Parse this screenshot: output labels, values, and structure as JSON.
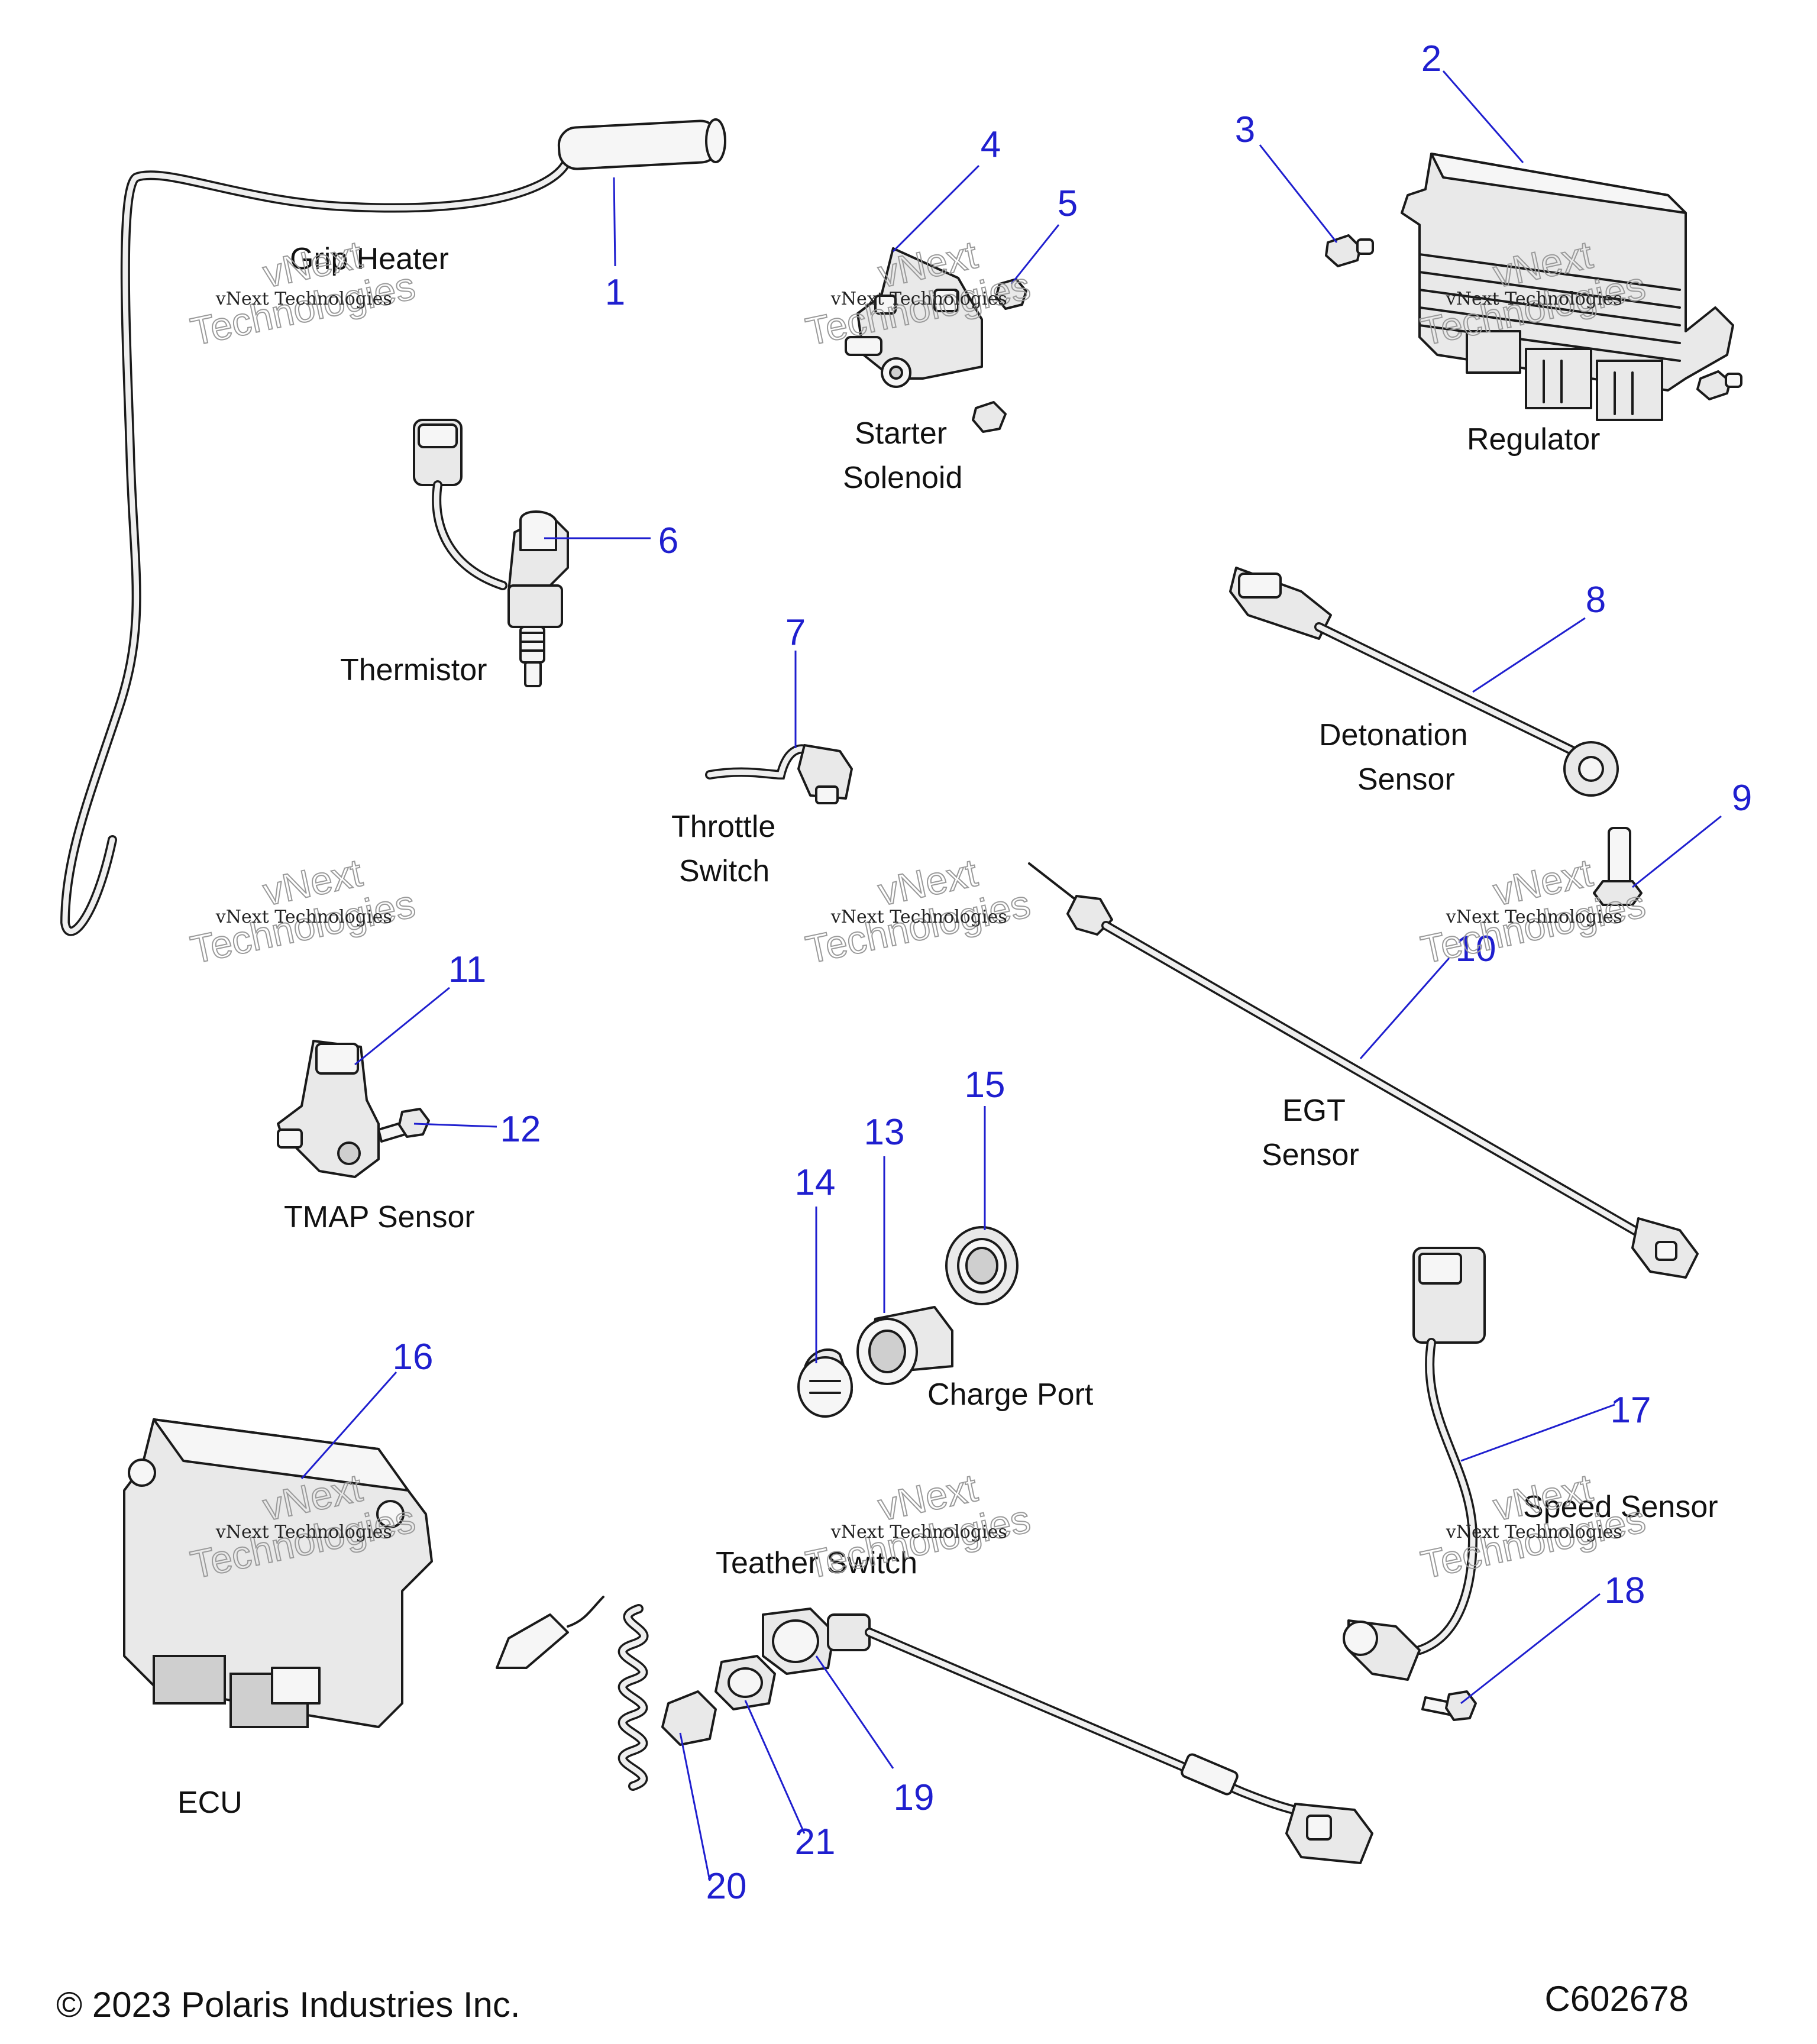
{
  "parts": [
    {
      "number": "1",
      "name": "Grip Heater"
    },
    {
      "number": "2",
      "name": "Regulator"
    },
    {
      "number": "3",
      "name": ""
    },
    {
      "number": "4",
      "name": "Starter Solenoid"
    },
    {
      "number": "5",
      "name": ""
    },
    {
      "number": "6",
      "name": "Thermistor"
    },
    {
      "number": "7",
      "name": "Throttle Switch"
    },
    {
      "number": "8",
      "name": "Detonation Sensor"
    },
    {
      "number": "9",
      "name": ""
    },
    {
      "number": "10",
      "name": "EGT Sensor"
    },
    {
      "number": "11",
      "name": "TMAP Sensor"
    },
    {
      "number": "12",
      "name": ""
    },
    {
      "number": "13",
      "name": "Charge Port"
    },
    {
      "number": "14",
      "name": ""
    },
    {
      "number": "15",
      "name": ""
    },
    {
      "number": "16",
      "name": "ECU"
    },
    {
      "number": "17",
      "name": "Speed Sensor"
    },
    {
      "number": "18",
      "name": ""
    },
    {
      "number": "19",
      "name": "Teather Switch"
    },
    {
      "number": "20",
      "name": ""
    },
    {
      "number": "21",
      "name": ""
    }
  ],
  "labels": {
    "grip_heater": "Grip Heater",
    "starter_solenoid_1": "Starter",
    "starter_solenoid_2": "Solenoid",
    "regulator": "Regulator",
    "thermistor": "Thermistor",
    "throttle_switch_1": "Throttle",
    "throttle_switch_2": "Switch",
    "detonation_sensor_1": "Detonation",
    "detonation_sensor_2": "Sensor",
    "egt_sensor_1": "EGT",
    "egt_sensor_2": "Sensor",
    "tmap_sensor": "TMAP Sensor",
    "charge_port": "Charge Port",
    "speed_sensor": "Speed Sensor",
    "teather_switch": "Teather Switch",
    "ecu": "ECU"
  },
  "watermark": {
    "line_small": "vNext Technologies",
    "line_large_1": "vNext",
    "line_large_2": "Technologies"
  },
  "footer": {
    "copyright": "© 2023 Polaris Industries Inc.",
    "figure_id": "C602678"
  },
  "colors": {
    "callout": "#1f1fcf",
    "part_fill": "#e9e9e9",
    "outline": "#1a1a1a"
  }
}
